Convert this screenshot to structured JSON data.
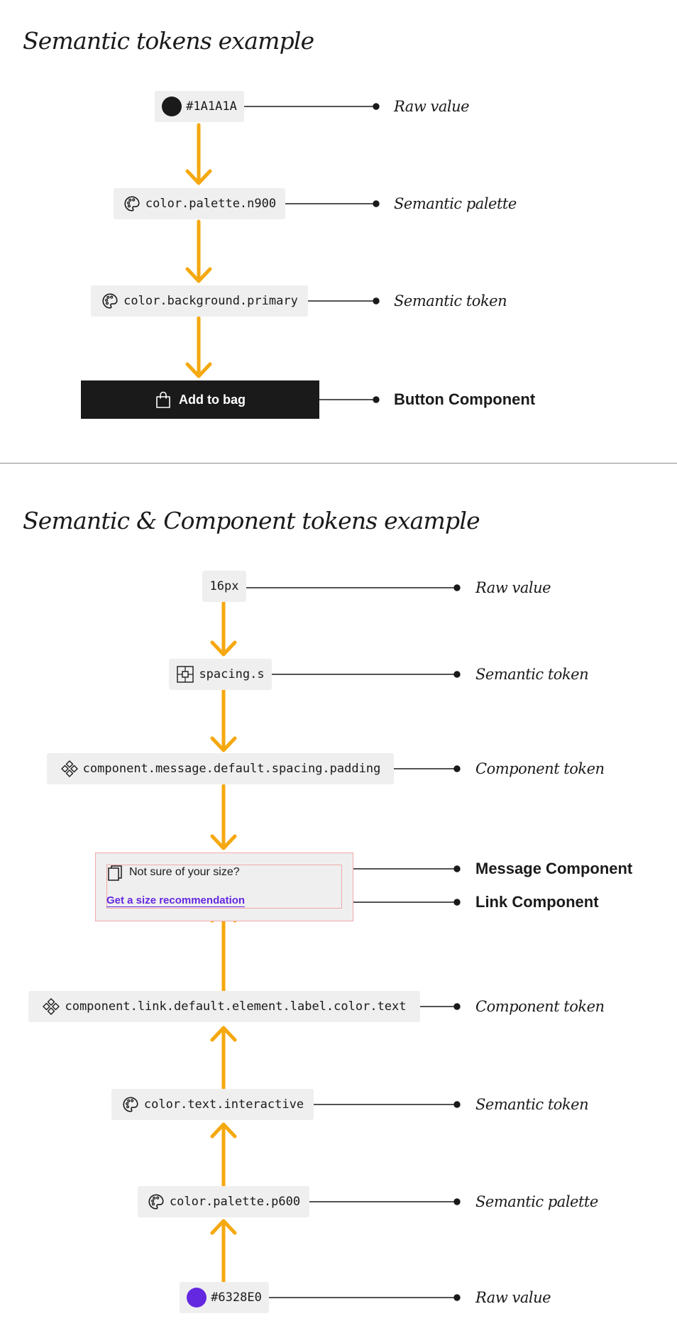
{
  "titles": {
    "section1": "Semantic tokens example",
    "section2": "Semantic & Component tokens example"
  },
  "colors": {
    "arrow": "#F5A80F",
    "button_bg": "#1A1A1A",
    "swatch_dark": "#1A1A1A",
    "swatch_purple": "#6328E0",
    "link": "#6328E0",
    "pill_bg": "#EFEFEF",
    "highlight_border": "#F2A8A8"
  },
  "section1": {
    "tokens": [
      {
        "text": "#1A1A1A",
        "icon": "swatch-icon"
      },
      {
        "text": "color.palette.n900",
        "icon": "palette-icon"
      },
      {
        "text": "color.background.primary",
        "icon": "palette-icon"
      }
    ],
    "button": {
      "label": "Add to bag",
      "icon": "bag-icon"
    },
    "labels": [
      "Raw value",
      "Semantic palette",
      "Semantic token",
      "Button Component"
    ]
  },
  "section2": {
    "top_tokens": [
      {
        "text": "16px"
      },
      {
        "text": "spacing.s",
        "icon": "spacing-icon"
      },
      {
        "text": "component.message.default.spacing.padding",
        "icon": "component-icon"
      }
    ],
    "message": {
      "text": "Not sure of your size?",
      "icon": "clipboard-icon",
      "link": "Get a size recommendation"
    },
    "bottom_tokens": [
      {
        "text": "component.link.default.element.label.color.text",
        "icon": "component-icon"
      },
      {
        "text": "color.text.interactive",
        "icon": "palette-icon"
      },
      {
        "text": "color.palette.p600",
        "icon": "palette-icon"
      },
      {
        "text": "#6328E0",
        "icon": "swatch-icon"
      }
    ],
    "labels": [
      "Raw value",
      "Semantic token",
      "Component token",
      "Message Component",
      "Link Component",
      "Component token",
      "Semantic token",
      "Semantic palette",
      "Raw value"
    ]
  }
}
